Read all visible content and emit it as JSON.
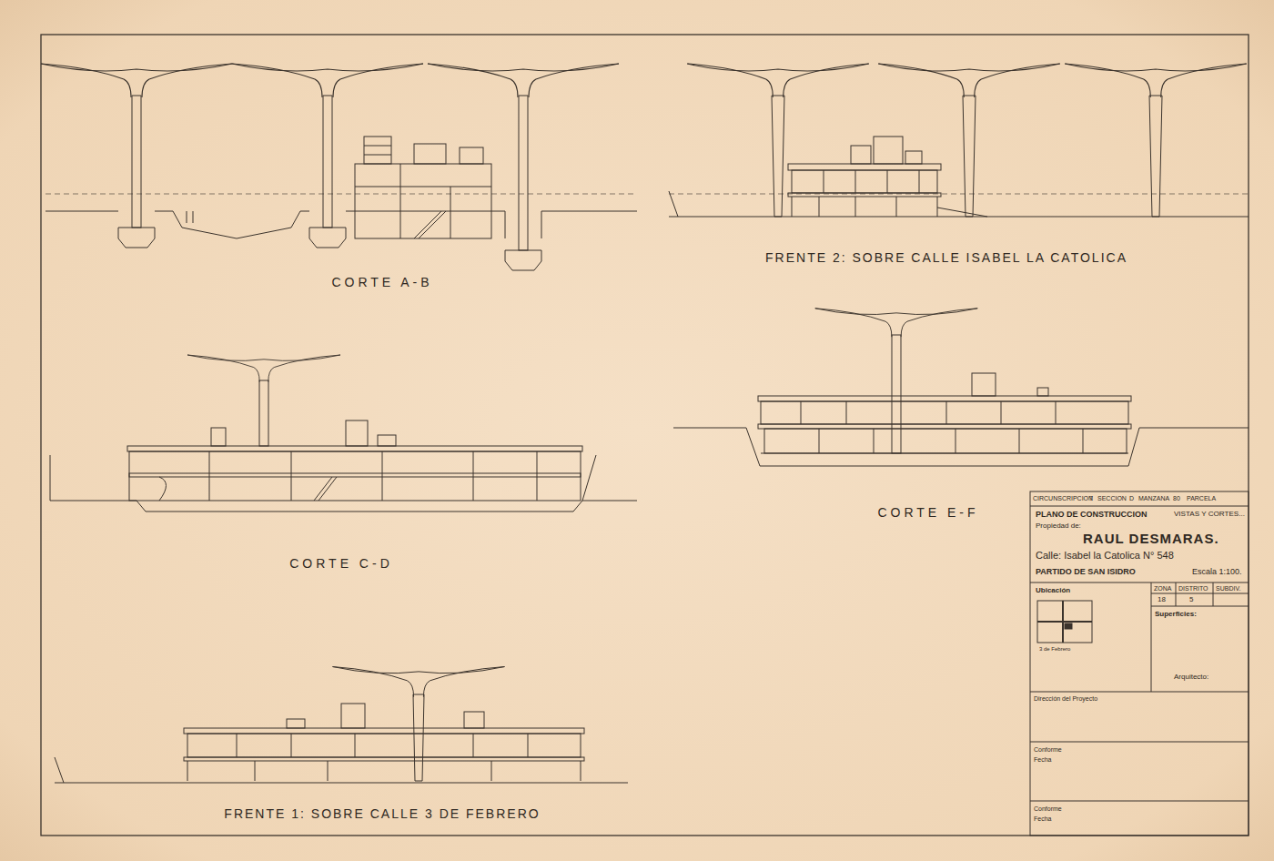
{
  "diagram": {
    "labels": [
      "CORTE A-B",
      "FRENTE 2: SOBRE CALLE ISABEL LA CATOLICA",
      "CORTE C-D",
      "CORTE E-F",
      "FRENTE 1: SOBRE CALLE 3 DE FEBRERO",
      "CIRCUNSCRIPCION",
      "7",
      "SECCION",
      "D",
      "MANZANA",
      "80",
      "PARCELA",
      "PLANO DE CONSTRUCCION",
      "VISTAS Y CORTES...",
      "Propiedad de:",
      "RAUL DESMARAS.",
      "Calle: Isabel la Catolica N° 548",
      "PARTIDO DE SAN ISIDRO",
      "Escala 1:100.",
      "Ubicación",
      "ZONA",
      "DISTRITO",
      "SUBDIV.",
      "18",
      "5",
      "Superficies:",
      "3 de Febrero",
      "Arquitecto:",
      "Dirección del Proyecto",
      "Conforme",
      "Fecha",
      "Conforme",
      "Fecha"
    ]
  }
}
